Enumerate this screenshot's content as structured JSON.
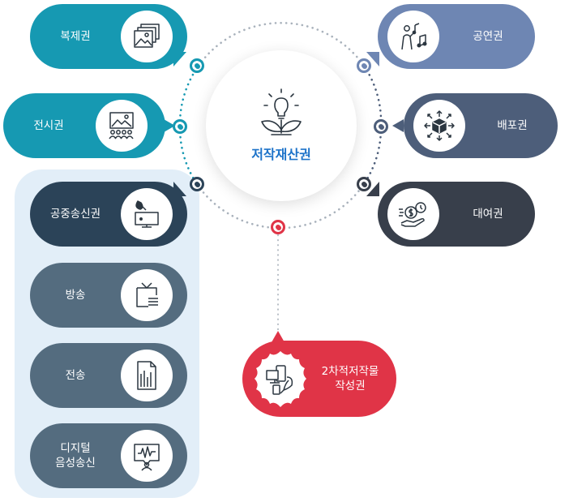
{
  "center": {
    "title": "저작재산권",
    "icon": "lightbulb-sprout-icon"
  },
  "colors": {
    "teal": "#1699b2",
    "dark_navy": "#2b4358",
    "slate": "#546c7f",
    "periwinkle": "#6e86b3",
    "slate_blue": "#4d5e7a",
    "charcoal": "#383f4b",
    "red": "#e03447",
    "group_bg": "#e2eef8",
    "title_blue": "#1d73c9"
  },
  "rights": [
    {
      "id": "reproduction",
      "label": "복제권",
      "icon": "framed-pictures-icon"
    },
    {
      "id": "exhibition",
      "label": "전시권",
      "icon": "gallery-audience-icon"
    },
    {
      "id": "public-transmission",
      "label": "공중송신권",
      "icon": "satellite-monitor-icon"
    },
    {
      "id": "broadcasting",
      "label": "방송",
      "icon": "tv-broadcast-icon"
    },
    {
      "id": "transmission",
      "label": "전송",
      "icon": "document-signal-icon"
    },
    {
      "id": "digital-audio",
      "label": "디지털\n음성송신",
      "icon": "audio-wave-speaker-icon"
    },
    {
      "id": "performance",
      "label": "공연권",
      "icon": "performer-music-icon"
    },
    {
      "id": "distribution",
      "label": "배포권",
      "icon": "box-arrows-icon"
    },
    {
      "id": "rental",
      "label": "대여권",
      "icon": "money-hand-clock-icon"
    },
    {
      "id": "derivative",
      "label": "2차적저작물\n작성권",
      "icon": "devices-feather-icon"
    }
  ]
}
